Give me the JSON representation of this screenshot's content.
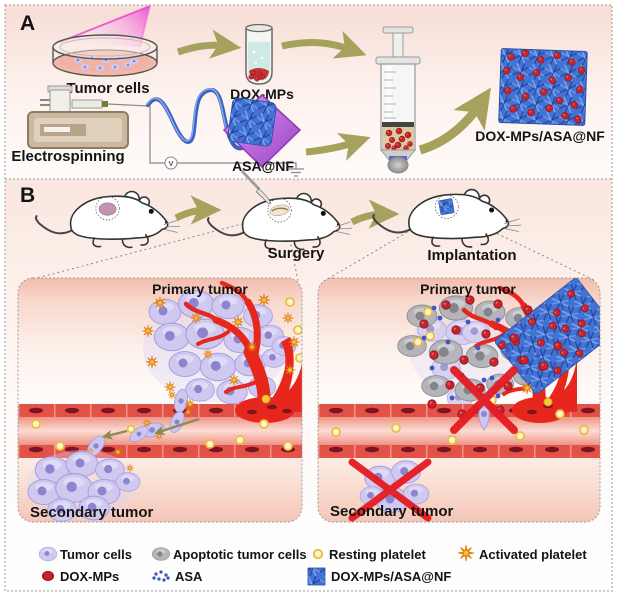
{
  "panel_a": {
    "label": "A",
    "items": {
      "tumor_cells": "Tumor cells",
      "dox_mps": "DOX-MPs",
      "electrospinning": "Electrospinning",
      "asa_nf": "ASA@NF",
      "voltage": "V",
      "product": "DOX-MPs/ASA@NF"
    }
  },
  "panel_b": {
    "label": "B",
    "steps": {
      "surgery": "Surgery",
      "implantation": "Implantation"
    },
    "left_scenario": {
      "primary": "Primary tumor",
      "secondary": "Secondary tumor"
    },
    "right_scenario": {
      "primary": "Primary tumor",
      "secondary": "Secondary tumor"
    }
  },
  "legend": {
    "items": [
      {
        "label": "Tumor cells",
        "icon": "tumor-cell-icon",
        "color": "#cfc9f0"
      },
      {
        "label": "Apoptotic tumor cells",
        "icon": "apoptotic-cell-icon",
        "color": "#b4b4ba"
      },
      {
        "label": "Resting platelet",
        "icon": "resting-platelet-icon",
        "color": "#ecbe3a"
      },
      {
        "label": "Activated platelet",
        "icon": "activated-platelet-icon",
        "color": "#f0981e"
      },
      {
        "label": "DOX-MPs",
        "icon": "dox-mp-icon",
        "color": "#c8242e"
      },
      {
        "label": "ASA",
        "icon": "asa-icon",
        "color": "#4056c4"
      },
      {
        "label": "DOX-MPs/ASA@NF",
        "icon": "dox-asa-nf-icon",
        "color": "#4273d4"
      }
    ]
  },
  "colors": {
    "vessel_red": "#e25247",
    "vessel_nuclei": "#7e1422",
    "tumor_purple": "#cfc9f0",
    "apoptotic_gray": "#b4b4ba",
    "dox_red": "#c8242e",
    "asa_blue": "#4056c4",
    "nanofiber_blue": "#4273d4",
    "platelet_yellow": "#ecbe3a",
    "platelet_orange": "#f0981e",
    "arrow_olive": "#a6a25e",
    "beam_magenta": "#e93fca",
    "plate_purple": "#b65ad6"
  }
}
